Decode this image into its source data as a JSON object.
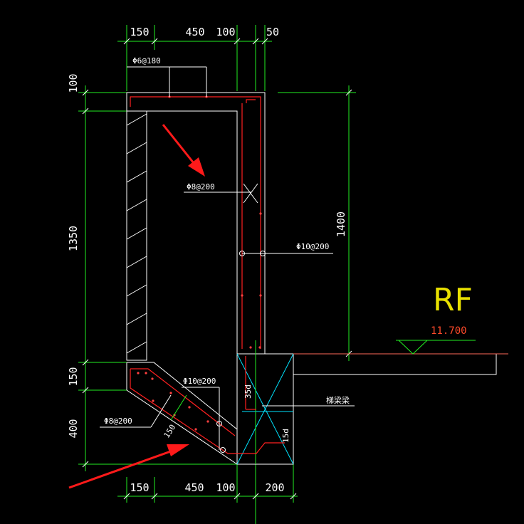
{
  "colors": {
    "background": "#000000",
    "dimension_lines": "#22ee22",
    "outline": "#ffffff",
    "rebar": "#ff2020",
    "arrow": "#ff1a1a",
    "level_label": "#e8e000",
    "elevation": "#ff4a2a",
    "beam_lines": "#00e5ff"
  },
  "top_dims": [
    "150",
    "450",
    "100",
    "50"
  ],
  "bottom_dims": [
    "150",
    "450",
    "100",
    "200"
  ],
  "left_dims": [
    "100",
    "1350",
    "150",
    "400"
  ],
  "right_dim": "1400",
  "rebar_labels": {
    "top_slab": "Φ6@180",
    "wall_horizontal": "Φ8@200",
    "wall_vertical": "Φ10@200",
    "slope_top": "Φ10@200",
    "slope_bottom": "Φ8@200"
  },
  "slope_thickness": "150",
  "anchorage": {
    "upper": "35d",
    "lower": "15d"
  },
  "beam_label": "梯梁梁",
  "level": {
    "name": "RF",
    "elevation": "11.700"
  }
}
